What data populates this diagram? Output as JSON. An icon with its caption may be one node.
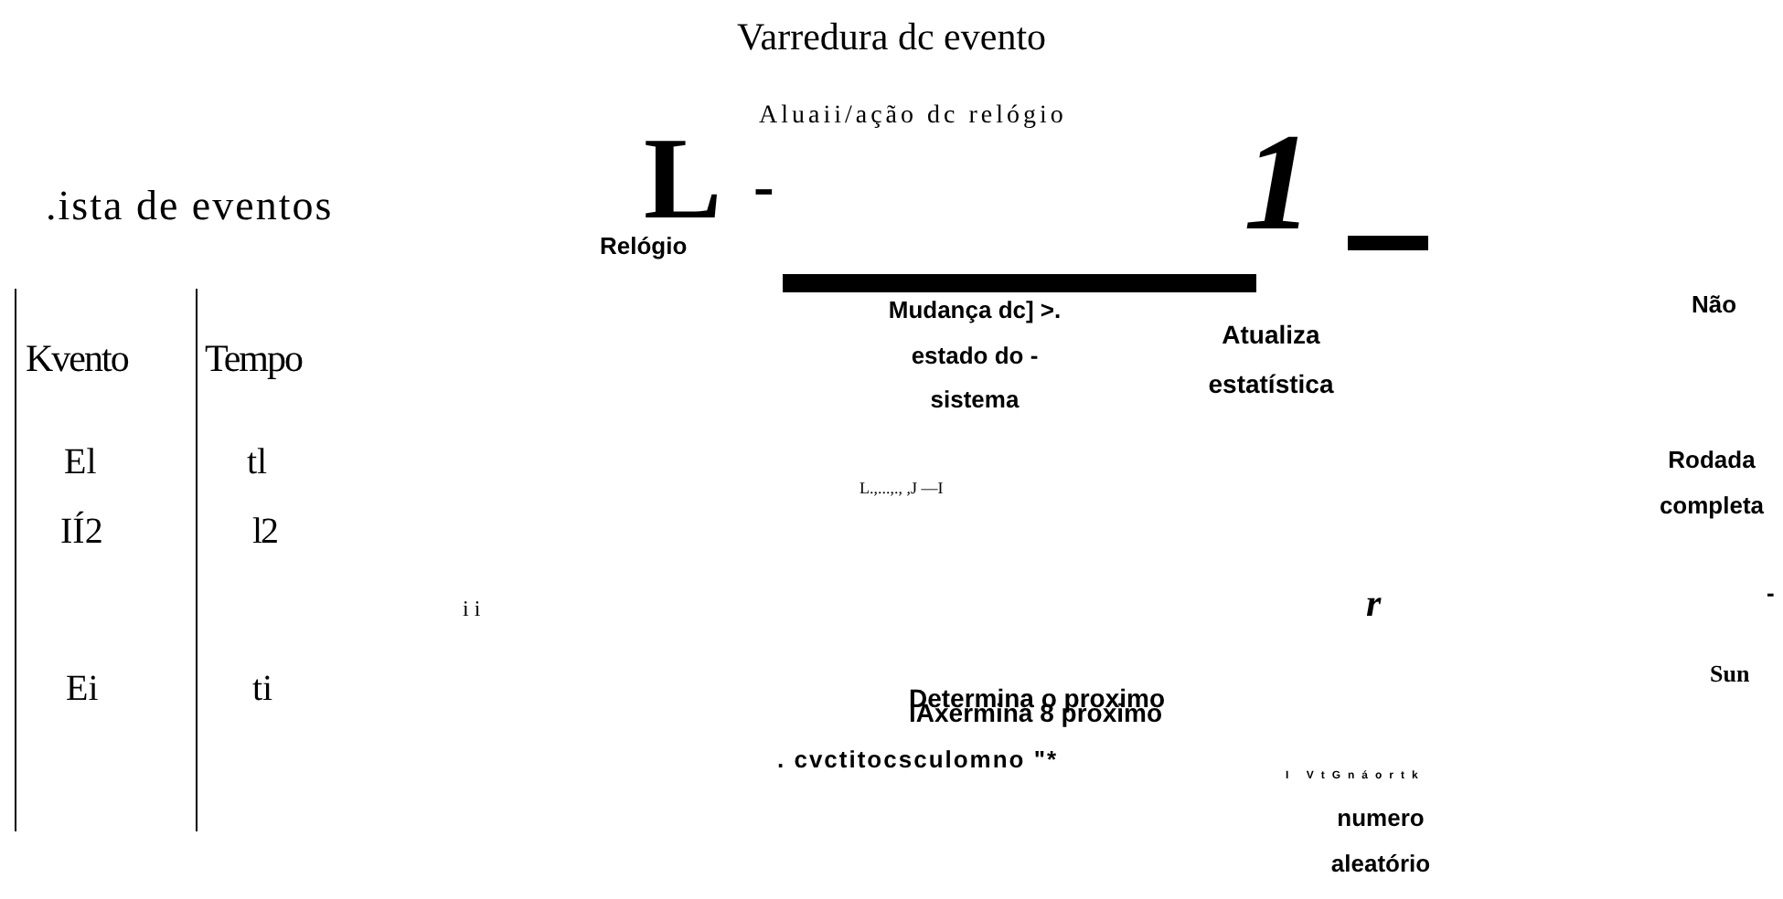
{
  "diagram": {
    "title": "Varredura dc evento",
    "labels": [
      "Aluaii/ação dc relógio",
      ".ista de eventos",
      "L",
      "-",
      "Relógio",
      "1",
      "Mudança dc] >. estado do - sistema",
      "Atualiza estatística",
      "Não",
      "Kvento",
      "Tempo",
      "El",
      "tl",
      "L.,...,.,  ,J —I",
      "Rodada completa",
      "IÍ2",
      "l2",
      "i i",
      "r",
      "-",
      "Sun",
      "Determina o proximo",
      "lAxermina 8 proximo",
      "Ei",
      "ti",
      ". cvctitocsculomno \"*",
      "I VtGnáortk",
      "numero aleatório"
    ]
  }
}
